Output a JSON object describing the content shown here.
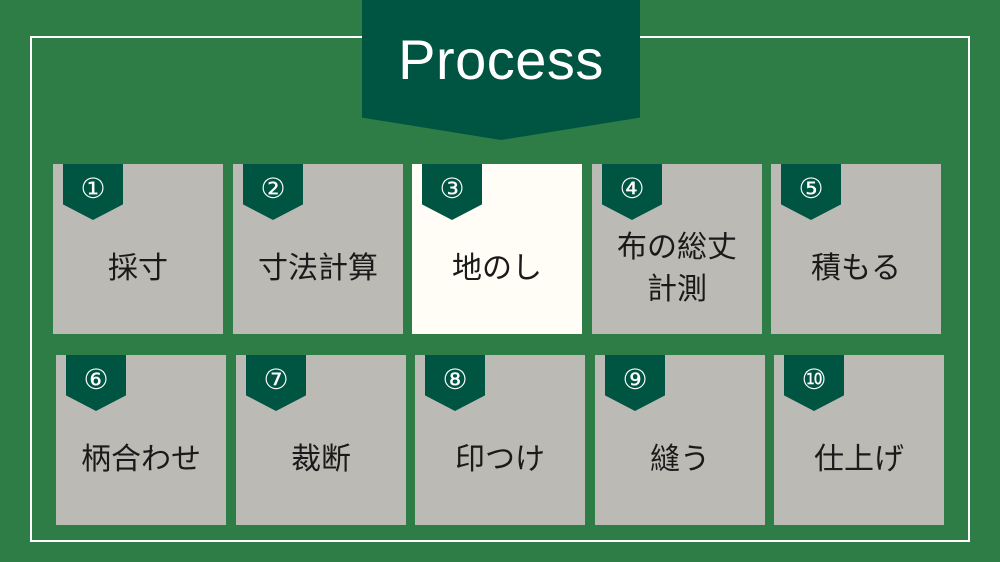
{
  "title": "Process",
  "colors": {
    "background": "#2e7d47",
    "banner": "#005442",
    "card": "#bcbab4",
    "active_card": "#fffdf5",
    "text": "#1a1a1a"
  },
  "steps": [
    {
      "number": "①",
      "label": "採寸",
      "active": false
    },
    {
      "number": "②",
      "label": "寸法計算",
      "active": false
    },
    {
      "number": "③",
      "label": "地のし",
      "active": true
    },
    {
      "number": "④",
      "label": "布の総丈\n計測",
      "active": false
    },
    {
      "number": "⑤",
      "label": "積もる",
      "active": false
    },
    {
      "number": "⑥",
      "label": "柄合わせ",
      "active": false
    },
    {
      "number": "⑦",
      "label": "裁断",
      "active": false
    },
    {
      "number": "⑧",
      "label": "印つけ",
      "active": false
    },
    {
      "number": "⑨",
      "label": "縫う",
      "active": false
    },
    {
      "number": "⑩",
      "label": "仕上げ",
      "active": false
    }
  ]
}
